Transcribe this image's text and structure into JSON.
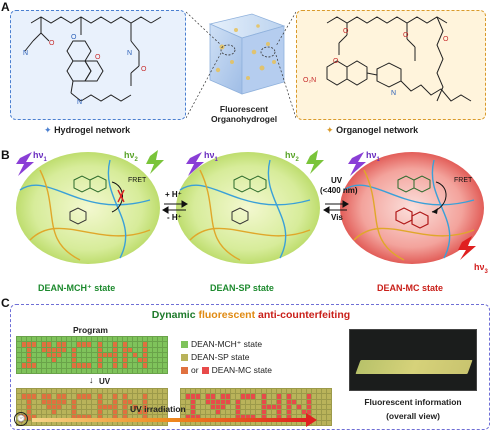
{
  "panels": {
    "a": "A",
    "b": "B",
    "c": "C"
  },
  "panel_a": {
    "hydrogel_label": "Hydrogel network",
    "center_label_1": "Fluorescent",
    "center_label_2": "Organohydrogel",
    "organogel_label": "Organogel network",
    "no2": "O₂N"
  },
  "panel_b": {
    "hv1": "hν",
    "hv2": "hν",
    "hv3": "hν",
    "sub1": "1",
    "sub2": "2",
    "sub3": "3",
    "fret": "FRET",
    "arrow1_top": "+ H⁺",
    "arrow1_bottom": "- H⁺",
    "arrow2_top_1": "UV",
    "arrow2_top_2": "(<400 nm)",
    "arrow2_bottom": "Vis",
    "state1": "DEAN-MCH⁺ state",
    "state2": "DEAN-SP state",
    "state3": "DEAN-MC state"
  },
  "panel_c": {
    "title_part1": "Dynamic ",
    "title_part2": "fluorescent",
    "title_part3": " anti-counterfeiting",
    "program": "Program",
    "uv": "UV",
    "legend1": "DEAN-MCH⁺ state",
    "legend2": "DEAN-SP state",
    "legend3_or": "or",
    "legend3": "DEAN-MC state",
    "fluor_info": "Fluorescent information",
    "overall": "(overall view)",
    "uv_irradiation": "UV irradiation"
  },
  "colors": {
    "green_cell": "#7fc35b",
    "red_cell": "#e0713f",
    "red_cell_bright": "#e84a4a",
    "mixed_cell": "#b9b35a",
    "hydrogel_blue": "#4a7fd0",
    "organogel_orange": "#d99a2b",
    "state1_color": "#1d8a2e",
    "state2_color": "#1d8a2e",
    "state3_color": "#c9201a"
  }
}
